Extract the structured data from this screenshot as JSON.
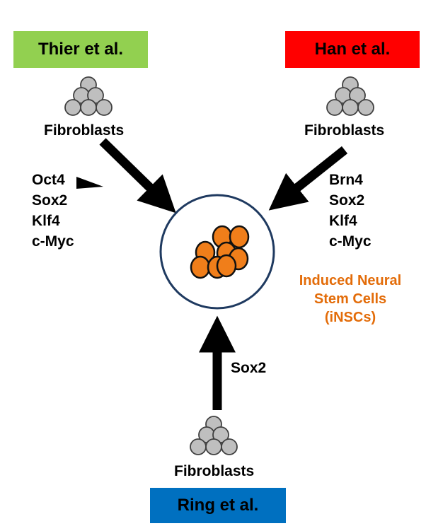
{
  "colors": {
    "thier_box": "#92d050",
    "han_box": "#ff0000",
    "ring_box": "#0070c0",
    "insc_text": "#e36c09",
    "circle_outline": "#1f3a60",
    "cell_orange": "#f07e1a",
    "fibro_gray": "#bfbfbf"
  },
  "thier": {
    "label": "Thier et al.",
    "source": "Fibroblasts",
    "factors": [
      "Oct4",
      "Sox2",
      "Klf4",
      "c-Myc"
    ]
  },
  "han": {
    "label": "Han et al.",
    "source": "Fibroblasts",
    "factors": [
      "Brn4",
      "Sox2",
      "Klf4",
      "c-Myc"
    ]
  },
  "ring": {
    "label": "Ring et al.",
    "source": "Fibroblasts",
    "factors": [
      "Sox2"
    ]
  },
  "target": {
    "lines": [
      "Induced Neural",
      "Stem Cells",
      "(iNSCs)"
    ]
  }
}
